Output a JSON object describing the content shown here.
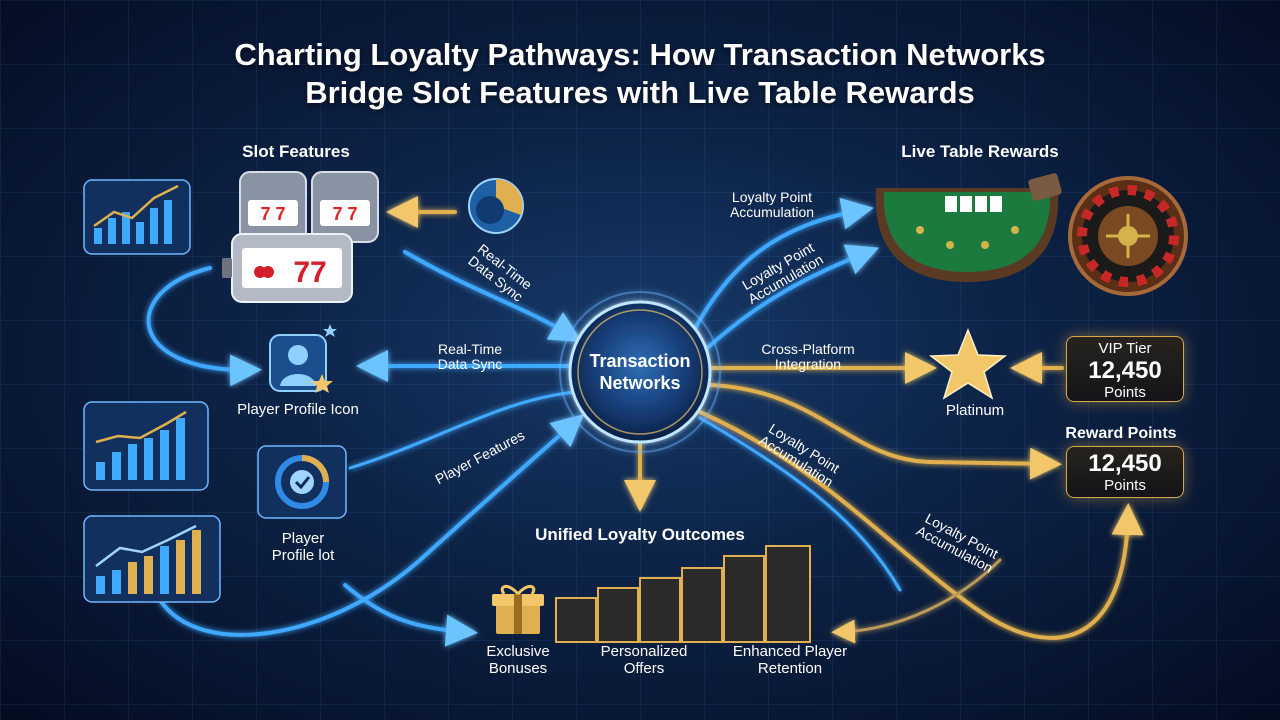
{
  "title": {
    "line1": "Charting Loyalty Pathways: How Transaction Networks",
    "line2": "Bridge Slot Features with Live Table Rewards"
  },
  "sections": {
    "slot_features": "Slot Features",
    "live_table_rewards": "Live Table Rewards",
    "unified_outcomes": "Unified Loyalty Outcomes"
  },
  "hub": {
    "line1": "Transaction",
    "line2": "Networks"
  },
  "labels": {
    "player_profile_icon": "Player Profile Icon",
    "player_profile_lot_1": "Player",
    "player_profile_lot_2": "Profile lot",
    "platinum": "Platinum"
  },
  "flows": {
    "realtime_sync_a_1": "Real-Time",
    "realtime_sync_a_2": "Data Sync",
    "realtime_sync_b_1": "Real-Time",
    "realtime_sync_b_2": "Data Sync",
    "player_features": "Player Features",
    "loyalty_top_1": "Loyalty Point",
    "loyalty_top_2": "Accumulation",
    "loyalty_mid_1": "Loyalty Point",
    "loyalty_mid_2": "Accumulation",
    "cross_platform_1": "Cross-Platform",
    "cross_platform_2": "Integration",
    "loyalty_right_1": "Loyalty Point",
    "loyalty_right_2": "Accumulation",
    "loyalty_bottom_1": "Loyalty Point",
    "loyalty_bottom_2": "Accumulation"
  },
  "vip_box": {
    "label": "VIP Tier",
    "value": "12,450",
    "unit": "Points"
  },
  "reward_box": {
    "label": "Reward Points",
    "value": "12,450",
    "unit": "Points"
  },
  "outcomes": [
    {
      "line1": "Exclusive",
      "line2": "Bonuses"
    },
    {
      "line1": "Personalized",
      "line2": "Offers"
    },
    {
      "line1": "Enhanced Player",
      "line2": "Retention"
    }
  ],
  "icons": {
    "slot_machines": "slot-machine-icon",
    "pie_chart": "pie-chart-icon",
    "player_profile": "user-star-icon",
    "target": "target-icon",
    "blackjack_table": "blackjack-table-icon",
    "roulette": "roulette-wheel-icon",
    "star": "star-icon",
    "gift": "gift-icon",
    "bell": "bell-icon",
    "growth_chart": "growth-chart-icon",
    "bar_chart": "bar-chart-icon"
  },
  "colors": {
    "blue_flow": "#3fa9ff",
    "gold_flow": "#e0b050",
    "hub_glow": "#8fd0ff",
    "background": "#0d2448"
  }
}
